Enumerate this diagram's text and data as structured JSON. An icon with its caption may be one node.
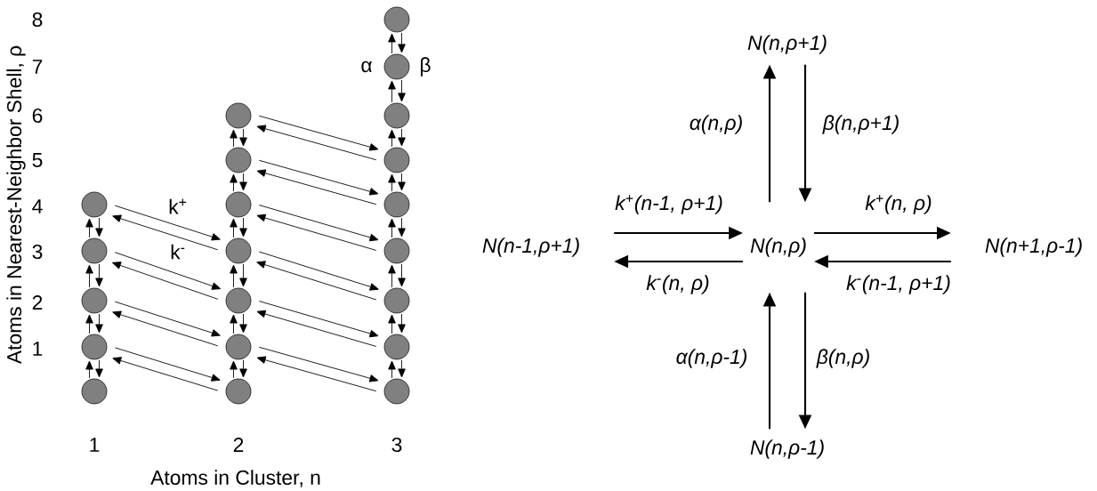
{
  "diagram": {
    "nodes": [
      {
        "text": [],
        "shape": "circle"
      },
      {
        "text": [],
        "shape": "circle"
      },
      {
        "text": [],
        "shape": "circle"
      },
      {
        "text": [],
        "shape": "circle"
      },
      {
        "text": [],
        "shape": "circle"
      },
      {
        "text": [],
        "shape": "circle"
      },
      {
        "text": [],
        "shape": "circle"
      },
      {
        "text": [],
        "shape": "circle"
      },
      {
        "text": [],
        "shape": "circle"
      },
      {
        "text": [],
        "shape": "circle"
      },
      {
        "text": [],
        "shape": "circle"
      },
      {
        "text": [],
        "shape": "circle"
      },
      {
        "text": [],
        "shape": "circle"
      },
      {
        "text": [],
        "shape": "circle"
      },
      {
        "text": [],
        "shape": "circle"
      },
      {
        "text": [],
        "shape": "circle"
      },
      {
        "text": [],
        "shape": "circle"
      },
      {
        "text": [],
        "shape": "circle"
      },
      {
        "text": [],
        "shape": "circle"
      },
      {
        "text": [],
        "shape": "circle"
      },
      {
        "text": [],
        "shape": "circle"
      },
      {
        "text": [
          "N(n,ρ+1)"
        ]
      },
      {
        "text": [
          "N(n-1,ρ+1)"
        ]
      },
      {
        "text": [
          "N(n,ρ)"
        ]
      },
      {
        "text": [
          "N(n+1,ρ-1)"
        ]
      },
      {
        "text": [
          "N(n,ρ-1)"
        ]
      }
    ],
    "edges": [
      {
        "from": 4,
        "to": 3,
        "arrow": "to"
      },
      {
        "from": 3,
        "to": 4,
        "arrow": "to"
      },
      {
        "from": 3,
        "to": 2,
        "arrow": "to"
      },
      {
        "from": 2,
        "to": 3,
        "arrow": "to"
      },
      {
        "from": 2,
        "to": 1,
        "arrow": "to"
      },
      {
        "from": 1,
        "to": 2,
        "arrow": "to"
      },
      {
        "from": 1,
        "to": 0,
        "arrow": "to"
      },
      {
        "from": 0,
        "to": 1,
        "arrow": "to"
      },
      {
        "from": 11,
        "to": 10,
        "arrow": "to"
      },
      {
        "from": 10,
        "to": 11,
        "arrow": "to"
      },
      {
        "from": 10,
        "to": 9,
        "arrow": "to"
      },
      {
        "from": 9,
        "to": 10,
        "arrow": "to"
      },
      {
        "from": 9,
        "to": 8,
        "arrow": "to"
      },
      {
        "from": 8,
        "to": 9,
        "arrow": "to"
      },
      {
        "from": 8,
        "to": 7,
        "arrow": "to"
      },
      {
        "from": 7,
        "to": 8,
        "arrow": "to"
      },
      {
        "from": 7,
        "to": 6,
        "arrow": "to"
      },
      {
        "from": 6,
        "to": 7,
        "arrow": "to"
      },
      {
        "from": 6,
        "to": 5,
        "arrow": "to"
      },
      {
        "from": 5,
        "to": 6,
        "arrow": "to"
      },
      {
        "from": 20,
        "to": 19,
        "arrow": "to"
      },
      {
        "from": 19,
        "to": 20,
        "arrow": "to"
      },
      {
        "from": 19,
        "to": 18,
        "arrow": "to"
      },
      {
        "from": 18,
        "to": 19,
        "arrow": "to"
      },
      {
        "from": 18,
        "to": 17,
        "arrow": "to"
      },
      {
        "from": 17,
        "to": 18,
        "arrow": "to"
      },
      {
        "from": 17,
        "to": 16,
        "arrow": "to"
      },
      {
        "from": 16,
        "to": 17,
        "arrow": "to"
      },
      {
        "from": 16,
        "to": 15,
        "arrow": "to"
      },
      {
        "from": 15,
        "to": 16,
        "arrow": "to"
      },
      {
        "from": 15,
        "to": 14,
        "arrow": "to"
      },
      {
        "from": 14,
        "to": 15,
        "arrow": "to"
      },
      {
        "from": 14,
        "to": 13,
        "arrow": "to"
      },
      {
        "from": 13,
        "to": 14,
        "arrow": "to"
      },
      {
        "from": 13,
        "to": 12,
        "arrow": "to"
      },
      {
        "from": 12,
        "to": 13,
        "arrow": "to"
      },
      {
        "from": 0,
        "to": 8,
        "arrow": "to"
      },
      {
        "from": 8,
        "to": 0,
        "arrow": "to"
      },
      {
        "from": 1,
        "to": 9,
        "arrow": "to"
      },
      {
        "from": 9,
        "to": 1,
        "arrow": "to"
      },
      {
        "from": 2,
        "to": 10,
        "arrow": "to"
      },
      {
        "from": 10,
        "to": 2,
        "arrow": "to"
      },
      {
        "from": 3,
        "to": 11,
        "arrow": "to"
      },
      {
        "from": 11,
        "to": 3,
        "arrow": "to"
      },
      {
        "from": 5,
        "to": 15,
        "arrow": "to"
      },
      {
        "from": 15,
        "to": 5,
        "arrow": "to"
      },
      {
        "from": 6,
        "to": 16,
        "arrow": "to"
      },
      {
        "from": 16,
        "to": 6,
        "arrow": "to"
      },
      {
        "from": 7,
        "to": 17,
        "arrow": "to"
      },
      {
        "from": 17,
        "to": 7,
        "arrow": "to"
      },
      {
        "from": 8,
        "to": 18,
        "arrow": "to"
      },
      {
        "from": 18,
        "to": 8,
        "arrow": "to"
      },
      {
        "from": 9,
        "to": 19,
        "arrow": "to"
      },
      {
        "from": 19,
        "to": 9,
        "arrow": "to"
      },
      {
        "from": 10,
        "to": 20,
        "arrow": "to"
      },
      {
        "from": 20,
        "to": 10,
        "arrow": "to"
      },
      {
        "from": 23,
        "to": 21,
        "arrow": "to",
        "label": "α(n,ρ)"
      },
      {
        "from": 21,
        "to": 23,
        "arrow": "to",
        "label": "β(n,ρ+1)"
      },
      {
        "from": 22,
        "to": 23,
        "arrow": "to",
        "label": "k$^{+}$(n-1, ρ+1)"
      },
      {
        "from": 23,
        "to": 22,
        "arrow": "to",
        "label": "k$^{-}$(n, ρ)"
      },
      {
        "from": 23,
        "to": 24,
        "arrow": "to",
        "label": "k$^{+}$(n, ρ)"
      },
      {
        "from": 24,
        "to": 23,
        "arrow": "to",
        "label": "k$^{-}$(n-1, ρ+1)"
      },
      {
        "from": 25,
        "to": 23,
        "arrow": "to",
        "label": "α(n,ρ-1)"
      },
      {
        "from": 23,
        "to": 25,
        "arrow": "to",
        "label": "β(n,ρ)"
      }
    ],
    "labels": [
      "Atoms in Nearest-Neighbor Shell, ρ",
      "8",
      "7",
      "α",
      "β",
      "6",
      "5",
      "4",
      "k$^{+}$",
      "3",
      "k$^{-}$",
      "2",
      "1",
      "1",
      "2",
      "3",
      "Atoms in Cluster, n"
    ]
  }
}
